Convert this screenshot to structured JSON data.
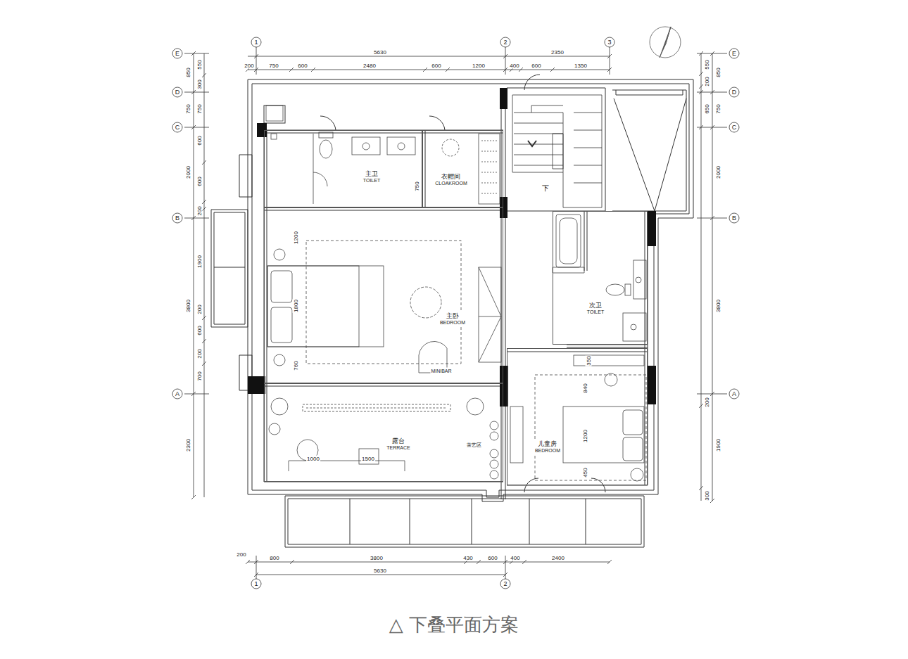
{
  "diagram": {
    "caption": "△ 下叠平面方案",
    "nodes": [
      {
        "text": [
          "主卫",
          "TOILET"
        ]
      },
      {
        "text": [
          "衣帽间",
          "CLOAKROOM"
        ]
      },
      {
        "text": [
          "主卧",
          "BEDROOM"
        ]
      },
      {
        "text": [
          "露台",
          "TERRACE"
        ]
      },
      {
        "text": [
          "次卫",
          "TOILET"
        ]
      },
      {
        "text": [
          "儿童房",
          "BEDROOM"
        ]
      }
    ],
    "labels": [
      "1",
      "2",
      "3",
      "5630",
      "2350",
      "200",
      "750",
      "600",
      "2480",
      "600",
      "1200",
      "400",
      "600",
      "1350",
      "E",
      "D",
      "C",
      "B",
      "A",
      "850",
      "750",
      "2000",
      "3800",
      "2300",
      "550",
      "300",
      "750",
      "600",
      "600",
      "200",
      "1900",
      "200",
      "600",
      "200",
      "700",
      "E",
      "D",
      "C",
      "B",
      "A",
      "850",
      "750",
      "2000",
      "3800",
      "1900",
      "550",
      "200",
      "650",
      "200",
      "300",
      "200",
      "800",
      "3800",
      "430",
      "600",
      "400",
      "2400",
      "5630",
      "1",
      "2",
      "750",
      "1200",
      "1800",
      "760",
      "1000",
      "1500",
      "350",
      "840",
      "1200",
      "450",
      "MINIBAR",
      "茶艺区",
      "下"
    ]
  }
}
